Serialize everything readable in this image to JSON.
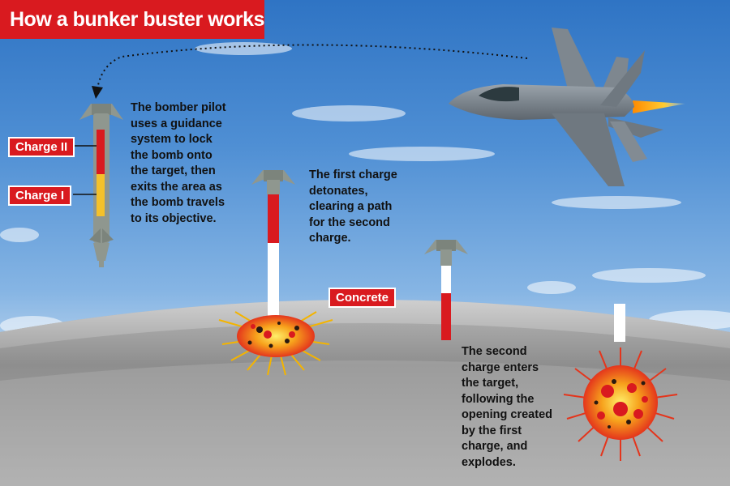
{
  "header": {
    "title": "How a bunker buster works"
  },
  "labels": {
    "charge_two": "Charge II",
    "charge_one": "Charge I",
    "concrete": "Concrete"
  },
  "captions": {
    "pilot": [
      "The bomber pilot",
      "uses a guidance",
      "system to lock",
      "the bomb onto",
      "the target, then",
      "exits the area as",
      "the bomb travels",
      "to its objective."
    ],
    "first_charge": [
      "The first charge",
      "detonates,",
      "clearing a path",
      "for the second",
      "charge."
    ],
    "second_charge": [
      "The second",
      "charge enters",
      "the target,",
      "following the",
      "opening created",
      "by the first",
      "charge, and",
      "explodes."
    ]
  },
  "colors": {
    "title_red": "#d91a1f",
    "charge_two": "#d91a1f",
    "charge_one": "#f4c12b",
    "bomb_body": "#8f978f",
    "concrete": "#a6a6a6",
    "sky": "#4f8fd4",
    "explosion": "#f0a020"
  },
  "icons": [
    "fighter-jet-icon",
    "bomb-icon",
    "explosion-icon",
    "flight-path-arrow-icon"
  ]
}
